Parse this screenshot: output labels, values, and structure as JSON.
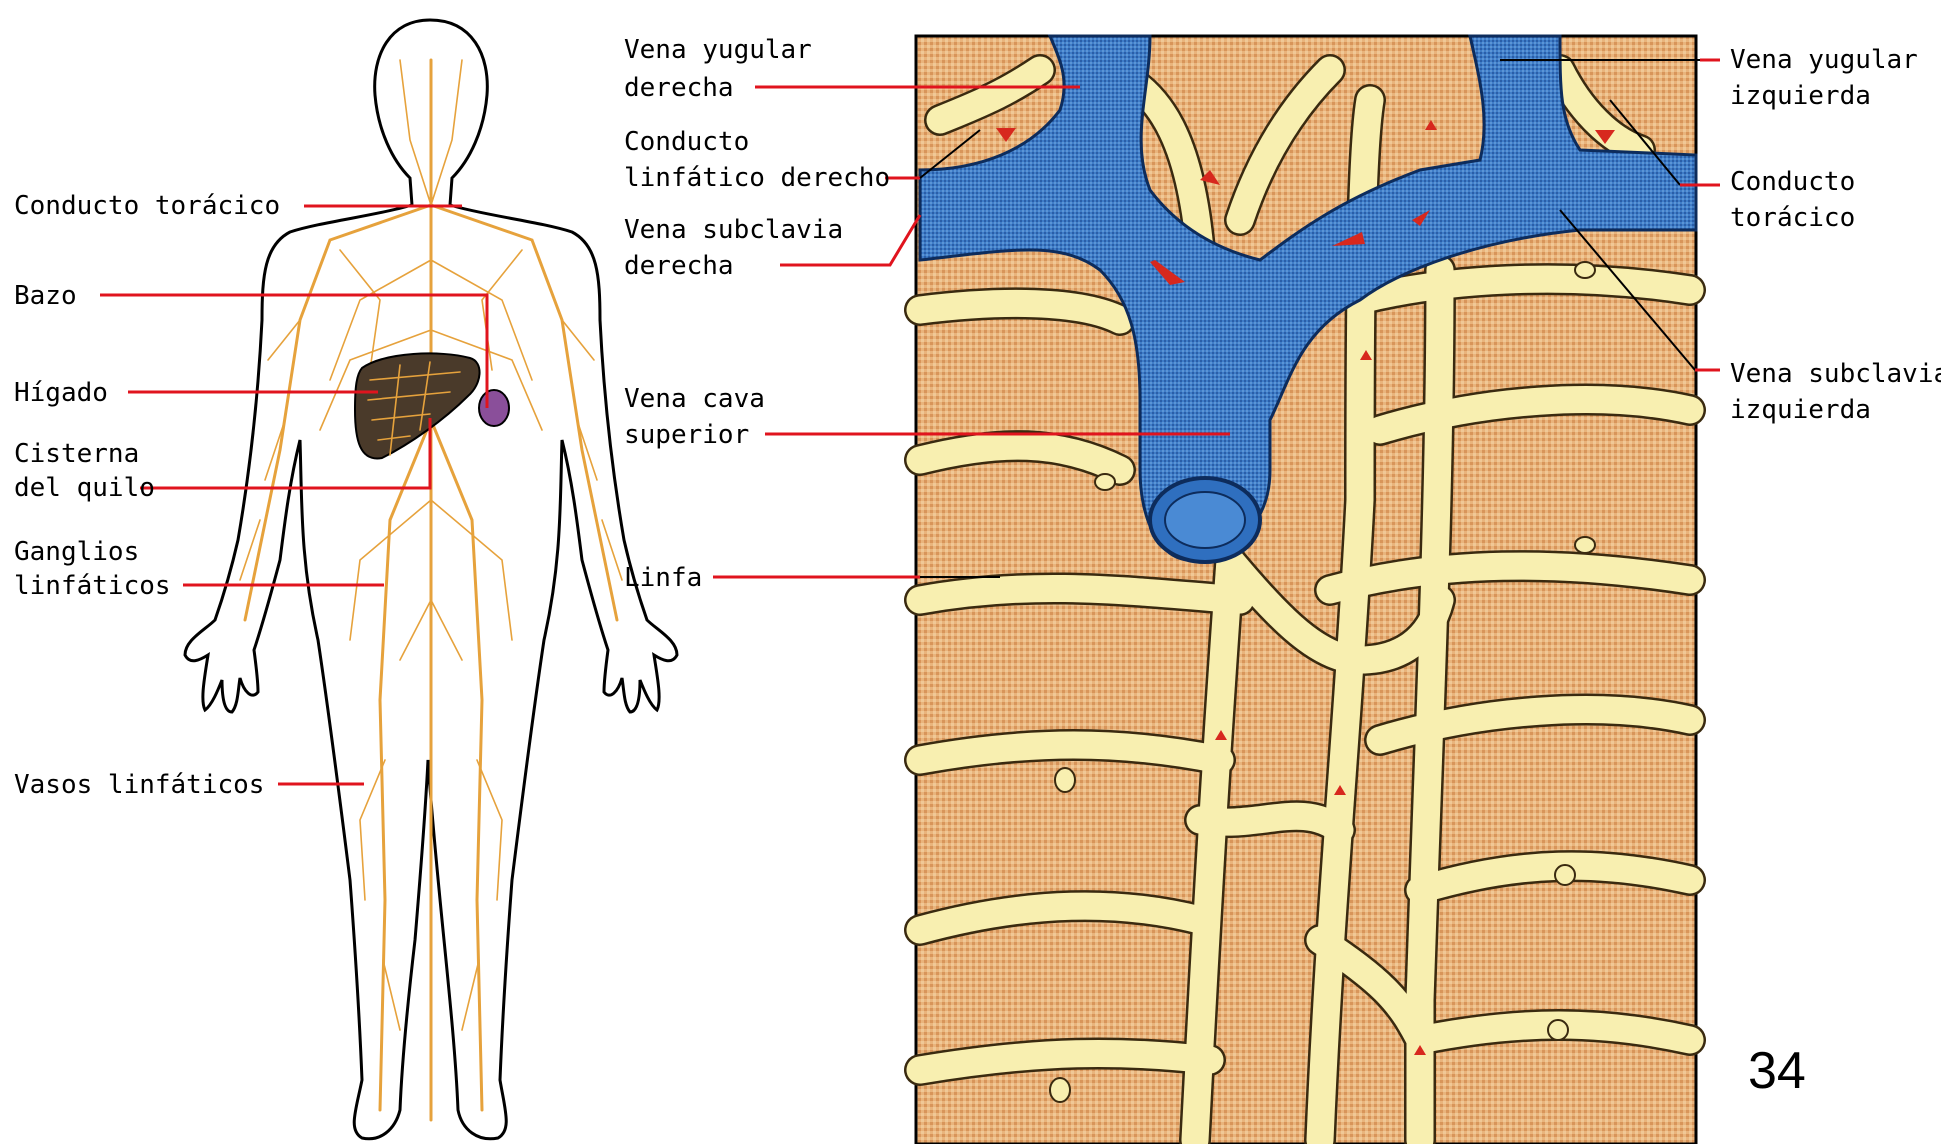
{
  "left_labels": {
    "conducto_toracico": "Conducto torácico",
    "bazo": "Bazo",
    "higado": "Hígado",
    "cisterna_1": "Cisterna",
    "cisterna_2": "del quilo",
    "ganglios_1": "Ganglios",
    "ganglios_2": "linfáticos",
    "vasos": "Vasos linfáticos"
  },
  "middle_labels": {
    "yugular_der_1": "Vena yugular",
    "yugular_der_2": "derecha",
    "conducto_der_1": "Conducto",
    "conducto_der_2": "linfático derecho",
    "subclavia_der_1": "Vena subclavia",
    "subclavia_der_2": "derecha",
    "cava_1": "Vena cava",
    "cava_2": "superior",
    "linfa": "Linfa"
  },
  "right_labels": {
    "yugular_izq_1": "Vena yugular",
    "yugular_izq_2": "izquierda",
    "conducto_tor_1": "Conducto",
    "conducto_tor_2": "torácico",
    "subclavia_izq_1": "Vena subclavia",
    "subclavia_izq_2": "izquierda"
  },
  "page_number": "34",
  "colors": {
    "leader": "#e0141e",
    "lymph": "#e6a23c",
    "vein": "#2f6fbf",
    "background_tissue": "#e8b47a",
    "lymph_vessel": "#f8efb0",
    "liver": "#4a3a2a",
    "spleen": "#8a4f9a"
  }
}
